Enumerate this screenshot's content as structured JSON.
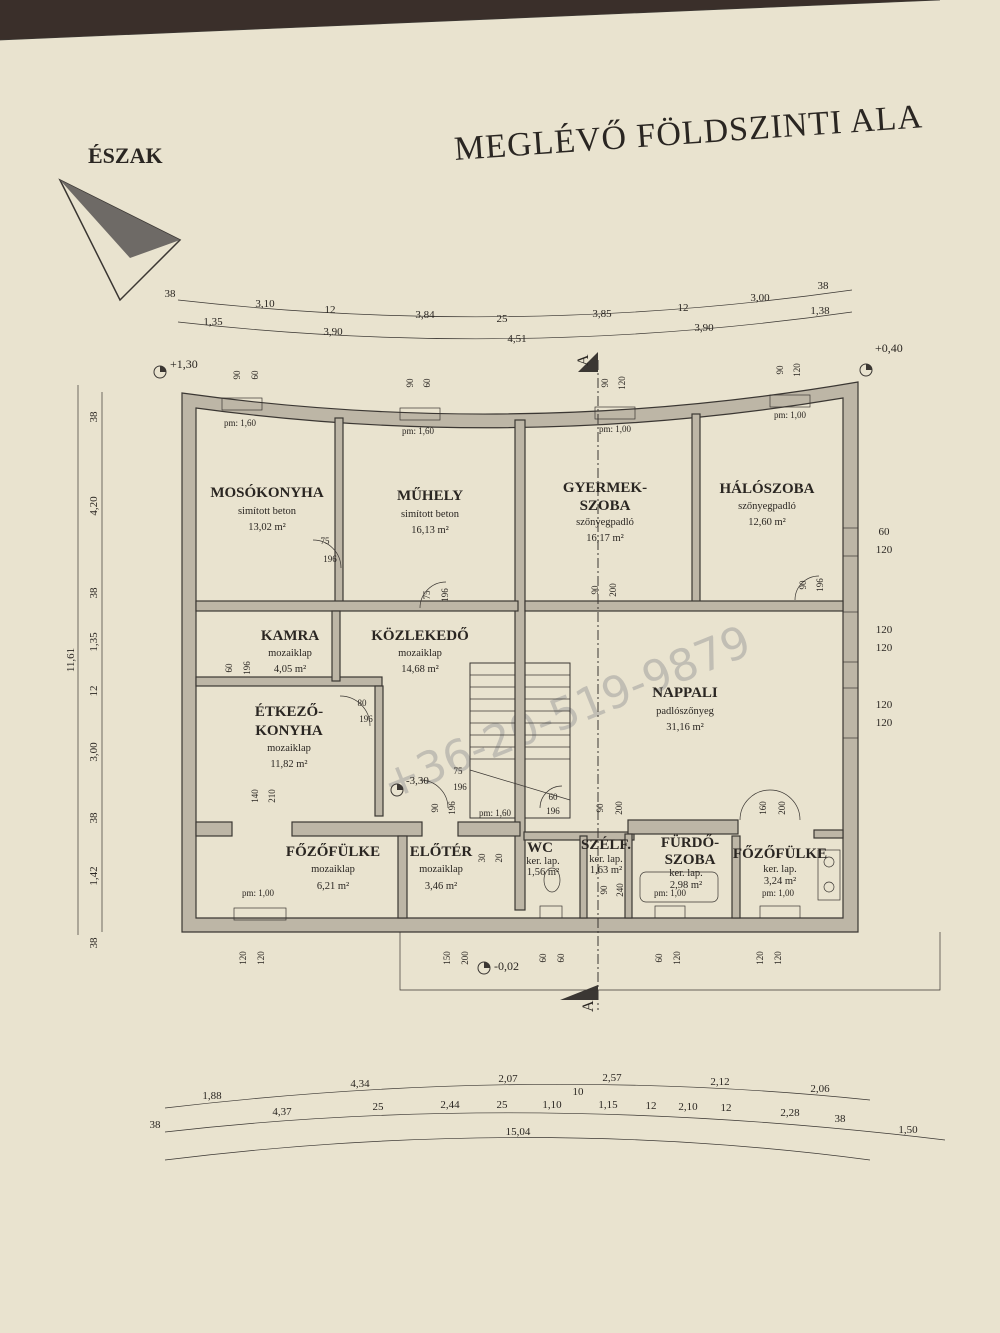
{
  "title": "MEGLÉVŐ FÖLDSZINTI ALA",
  "north_label": "ÉSZAK",
  "levels": {
    "nw": "+1,30",
    "ne": "+0,40",
    "inner": "-3,30",
    "entry": "-0,02"
  },
  "section_label": "A",
  "rooms": {
    "mosokonyha": {
      "name": "MOSÓKONYHA",
      "floor": "simított beton",
      "area": "13,02 m²"
    },
    "muhely": {
      "name": "MŰHELY",
      "floor": "simított beton",
      "area": "16,13 m²"
    },
    "gyermek": {
      "name1": "GYERMEK-",
      "name2": "SZOBA",
      "floor": "szőnyegpadló",
      "area": "16,17 m²"
    },
    "haloszoba": {
      "name": "HÁLÓSZOBA",
      "floor": "szőnyegpadló",
      "area": "12,60 m²"
    },
    "kamra": {
      "name": "KAMRA",
      "floor": "mozaiklap",
      "area": "4,05 m²"
    },
    "kozlekedo": {
      "name": "KÖZLEKEDŐ",
      "floor": "mozaiklap",
      "area": "14,68 m²"
    },
    "etkezo": {
      "name1": "ÉTKEZŐ-",
      "name2": "KONYHA",
      "floor": "mozaiklap",
      "area": "11,82 m²"
    },
    "nappali": {
      "name": "NAPPALI",
      "floor": "padlószőnyeg",
      "area": "31,16 m²"
    },
    "fozofulke1": {
      "name": "FŐZŐFÜLKE",
      "floor": "mozaiklap",
      "area": "6,21 m²"
    },
    "eloter": {
      "name": "ELŐTÉR",
      "floor": "mozaiklap",
      "area": "3,46 m²"
    },
    "wc": {
      "name": "WC",
      "floor": "ker. lap.",
      "area": "1,56 m²"
    },
    "szelf": {
      "name": "SZÉLF.",
      "floor": "ker. lap.",
      "area": "1,63 m²"
    },
    "furdo": {
      "name1": "FÜRDŐ-",
      "name2": "SZOBA",
      "floor": "ker. lap.",
      "area": "2,98 m²"
    },
    "fozofulke2": {
      "name": "FŐZŐFÜLKE",
      "floor": "ker. lap.",
      "area": "3,24 m²"
    }
  },
  "top_dims_row1": [
    "38",
    "3,10",
    "12",
    "3,84",
    "25",
    "3,85",
    "12",
    "3,00",
    "38"
  ],
  "top_dims_row2": [
    "1,35",
    "3,90",
    "4,51",
    "3,90",
    "1,38"
  ],
  "left_dims": [
    "38",
    "4,20",
    "38",
    "1,35",
    "12",
    "3,00",
    "38",
    "1,42",
    "38"
  ],
  "left_total": "11,61",
  "bottom_dims_row1": [
    "1,88",
    "4,34",
    "2,07",
    "10",
    "2,57",
    "2,12",
    "2,06"
  ],
  "bottom_dims_row2": [
    "38",
    "4,37",
    "25",
    "2,44",
    "25",
    "1,10",
    "1,15",
    "12",
    "2,10",
    "12",
    "2,28",
    "38",
    "1,50"
  ],
  "bottom_total": "15,04",
  "right_openings": [
    [
      "60",
      "120"
    ],
    [
      "120",
      "120"
    ],
    [
      "120",
      "120"
    ]
  ],
  "watermark": "+36-20-519-9879",
  "openings": {
    "w1": [
      "90",
      "60"
    ],
    "w2": [
      "90",
      "60"
    ],
    "w3": [
      "90",
      "120"
    ],
    "w4": [
      "90",
      "120"
    ],
    "pm16": "pm: 1,60",
    "pm10": "pm: 1,00",
    "d75": "75",
    "d196": "196",
    "d200": "200",
    "d90": "90",
    "d60": "60",
    "d80": "80",
    "d140": "140",
    "d210": "210",
    "d30": "30",
    "d20": "20",
    "d160": "160",
    "d240": "240",
    "b120": "120",
    "b150": "150"
  }
}
